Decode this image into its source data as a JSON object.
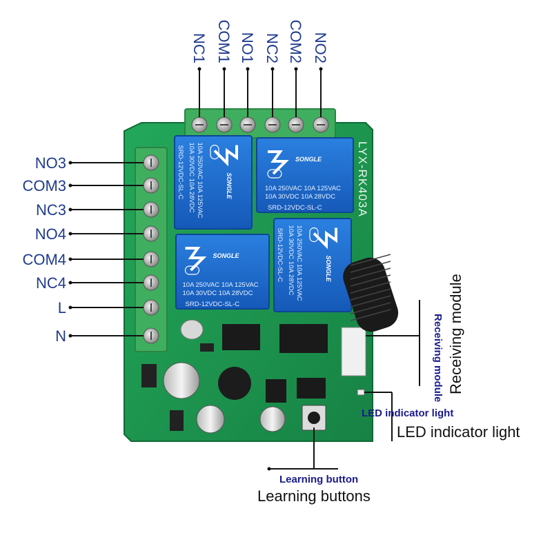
{
  "top_terminals": [
    "NC1",
    "COM1",
    "NO1",
    "NC2",
    "COM2",
    "NO2"
  ],
  "left_terminals": [
    "NO3",
    "COM3",
    "NC3",
    "NO4",
    "COM4",
    "NC4",
    "L",
    "N"
  ],
  "relays": [
    {
      "brand": "SONGLE",
      "line1": "10A 250VAC  10A 125VAC",
      "line2": "10A 30VDC  10A 28VDC",
      "model": "SRD-12VDC-SL-C"
    },
    {
      "brand": "SONGLE",
      "line1": "10A 250VAC  10A 125VAC",
      "line2": "10A 30VDC  10A 28VDC",
      "model": "SRD-12VDC-SL-C"
    },
    {
      "brand": "SONGLE",
      "line1": "10A 250VAC  10A 125VAC",
      "line2": "10A 30VDC  10A 28VDC",
      "model": "SRD-12VDC-SL-C"
    },
    {
      "brand": "SONGLE",
      "line1": "10A 250VAC  10A 125VAC",
      "line2": "10A 30VDC  10A 28VDC",
      "model": "SRD-12VDC-SL-C"
    }
  ],
  "board_silk": "LYX-RK403A",
  "callouts": {
    "receiving_module_small": "Receiving module",
    "receiving_module_large": "Receiving module",
    "led_small": "LED indicator light",
    "led_large": "LED indicator light",
    "learning_small": "Learning button",
    "learning_large": "Learning buttons"
  },
  "colors": {
    "pcb": "#1f9a52",
    "terminal_block": "#3fae5e",
    "relay": "#1e6fd1",
    "label_blue": "#1f3b8f",
    "label_navy": "#1a1a8c"
  }
}
